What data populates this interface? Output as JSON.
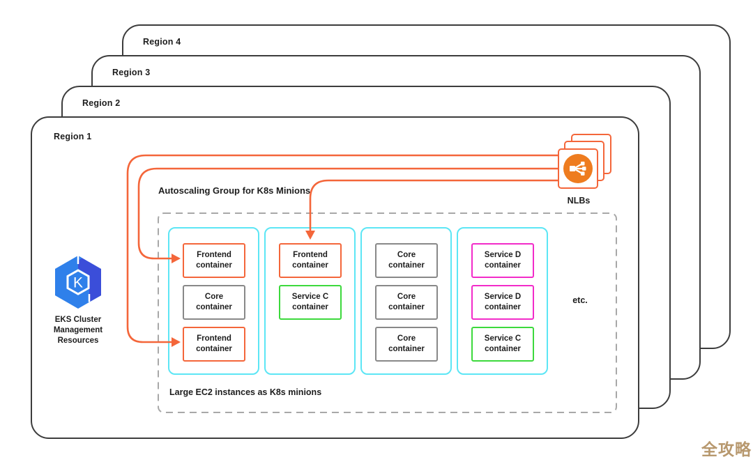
{
  "regions": [
    {
      "label": "Region 4"
    },
    {
      "label": "Region 3"
    },
    {
      "label": "Region 2"
    },
    {
      "label": "Region 1"
    }
  ],
  "eks": {
    "label_line1": "EKS Cluster",
    "label_line2": "Management",
    "label_line3": "Resources"
  },
  "autoscaling": {
    "title": "Autoscaling Group for K8s Minions",
    "footer": "Large EC2 instances as K8s minions",
    "etc_label": "etc.",
    "groups": [
      {
        "containers": [
          {
            "type": "frontend",
            "line1": "Frontend",
            "line2": "container"
          },
          {
            "type": "core",
            "line1": "Core",
            "line2": "container"
          },
          {
            "type": "frontend",
            "line1": "Frontend",
            "line2": "container"
          }
        ]
      },
      {
        "containers": [
          {
            "type": "frontend",
            "line1": "Frontend",
            "line2": "container"
          },
          {
            "type": "service_c",
            "line1": "Service C",
            "line2": "container"
          }
        ]
      },
      {
        "containers": [
          {
            "type": "core",
            "line1": "Core",
            "line2": "container"
          },
          {
            "type": "core",
            "line1": "Core",
            "line2": "container"
          },
          {
            "type": "core",
            "line1": "Core",
            "line2": "container"
          }
        ]
      },
      {
        "containers": [
          {
            "type": "service_d",
            "line1": "Service D",
            "line2": "container"
          },
          {
            "type": "service_d",
            "line1": "Service D",
            "line2": "container"
          },
          {
            "type": "service_c",
            "line1": "Service C",
            "line2": "container"
          }
        ]
      }
    ]
  },
  "nlb": {
    "label": "NLBs"
  },
  "watermark": {
    "text": "全攻略",
    "color": "#b7986e"
  },
  "colors": {
    "frontend": "#f4663a",
    "core": "#888888",
    "service_c": "#3cd93c",
    "service_d": "#f22bc9",
    "line": "#f4663a",
    "cyan": "#5ce6f5",
    "dashed": "#a8a8a8",
    "nlb_circle": "#ee7c1f",
    "eks_light": "#2f80ea",
    "eks_dark": "#3b4ed9"
  }
}
